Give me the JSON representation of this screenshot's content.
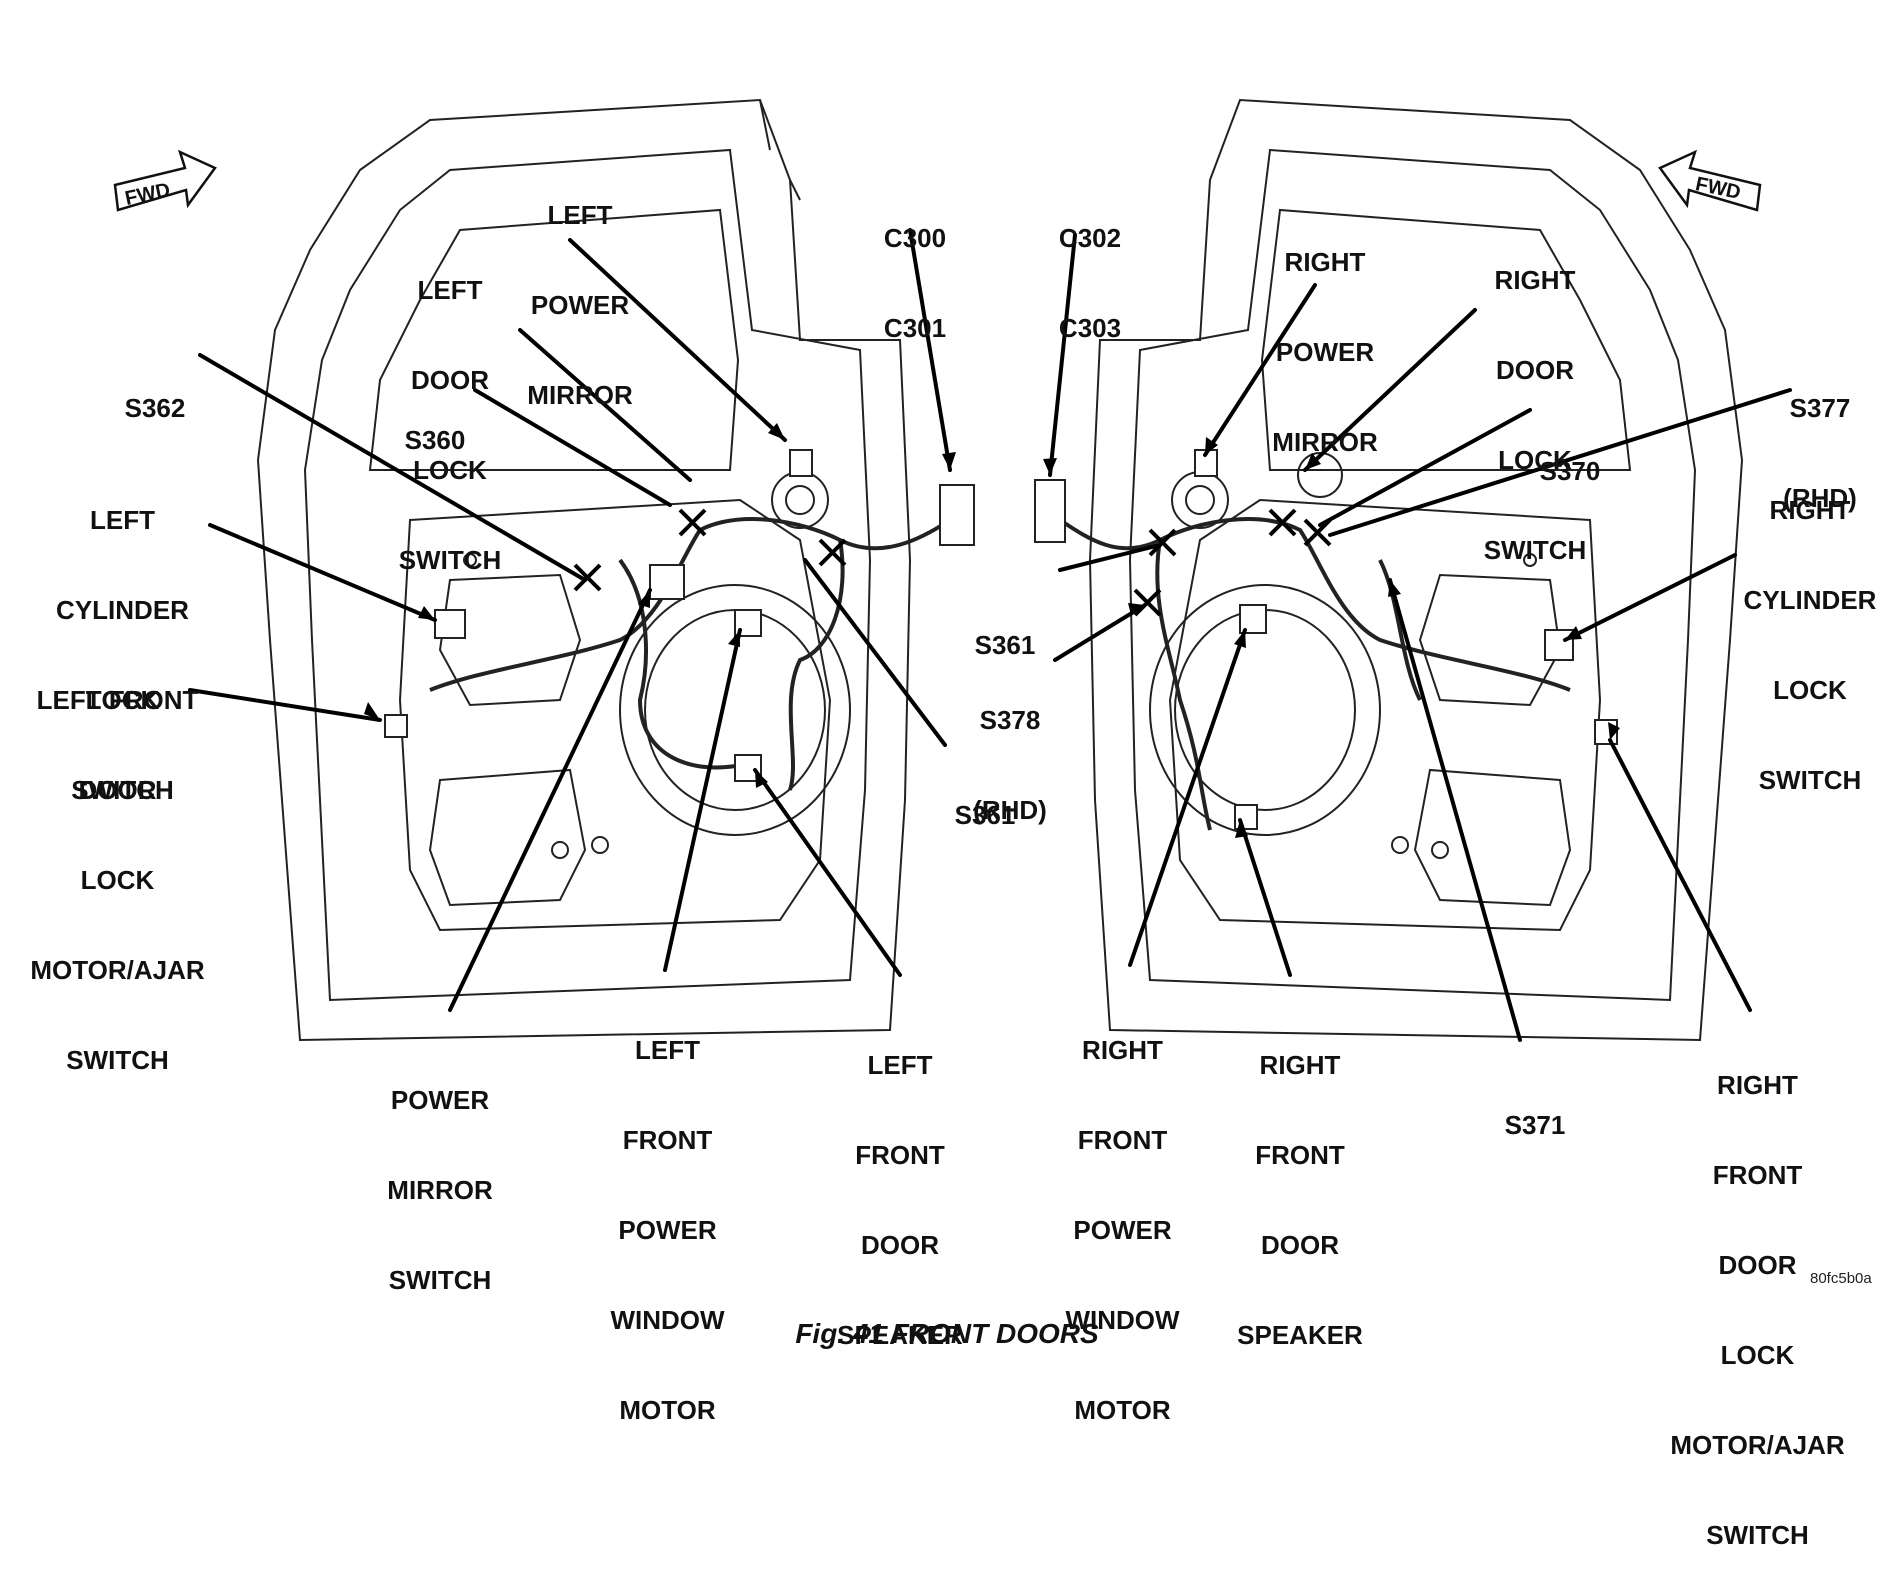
{
  "fwd_left": "FWD",
  "fwd_right": "FWD",
  "labels": {
    "left_power_mirror": [
      "LEFT",
      "POWER",
      "MIRROR"
    ],
    "left_door_lock_switch": [
      "LEFT",
      "DOOR",
      "LOCK",
      "SWITCH"
    ],
    "c300_c301": [
      "C300",
      "C301"
    ],
    "c302_c303": [
      "C302",
      "C303"
    ],
    "right_power_mirror": [
      "RIGHT",
      "POWER",
      "MIRROR"
    ],
    "right_door_lock_switch": [
      "RIGHT",
      "DOOR",
      "LOCK",
      "SWITCH"
    ],
    "s362": [
      "S362"
    ],
    "s360": [
      "S360"
    ],
    "s377": [
      "S377",
      "(RHD)"
    ],
    "s370": [
      "S370"
    ],
    "left_cylinder_lock_switch": [
      "LEFT",
      "CYLINDER",
      "LOCK",
      "SWITCH"
    ],
    "right_cylinder_lock_switch": [
      "RIGHT",
      "CYLINDER",
      "LOCK",
      "SWITCH"
    ],
    "left_front_door_lock_motor": [
      "LEFT FRONT",
      "DOOR",
      "LOCK",
      "MOTOR/AJAR",
      "SWITCH"
    ],
    "s361_upper": [
      "S361"
    ],
    "s378": [
      "S378",
      "(RHD)"
    ],
    "s361_lower": [
      "S361"
    ],
    "power_mirror_switch": [
      "POWER",
      "MIRROR",
      "SWITCH"
    ],
    "left_front_power_window_motor": [
      "LEFT",
      "FRONT",
      "POWER",
      "WINDOW",
      "MOTOR"
    ],
    "left_front_door_speaker": [
      "LEFT",
      "FRONT",
      "DOOR",
      "SPEAKER"
    ],
    "right_front_power_window_motor": [
      "RIGHT",
      "FRONT",
      "POWER",
      "WINDOW",
      "MOTOR"
    ],
    "right_front_door_speaker": [
      "RIGHT",
      "FRONT",
      "DOOR",
      "SPEAKER"
    ],
    "s371": [
      "S371"
    ],
    "right_front_door_lock_motor": [
      "RIGHT",
      "FRONT",
      "DOOR",
      "LOCK",
      "MOTOR/AJAR",
      "SWITCH"
    ]
  },
  "figure_code": "80fc5b0a",
  "caption": "Fig. 41 FRONT DOORS"
}
